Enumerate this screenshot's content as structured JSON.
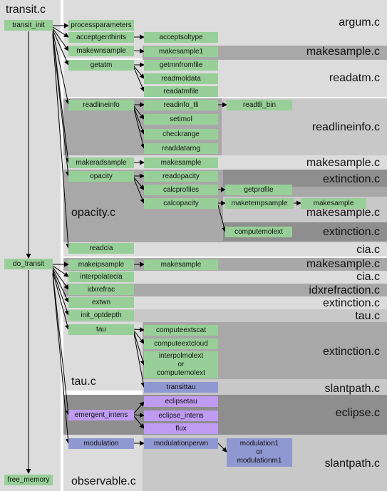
{
  "files": {
    "transit": "transit.c",
    "argum": "argum.c",
    "makesample_1": "makesample.c",
    "readatm": "readatm.c",
    "readlineinfo": "readlineinfo.c",
    "makesample_2": "makesample.c",
    "extinction_1": "extinction.c",
    "opacity": "opacity.c",
    "makesample_3": "makesample.c",
    "extinction_2": "extinction.c",
    "cia_1": "cia.c",
    "makesample_4": "makesample.c",
    "cia_2": "cia.c",
    "idxrefraction": "idxrefraction.c",
    "extinction_3": "extinction.c",
    "tau_1": "tau.c",
    "extinction_4": "extinction.c",
    "tau_2": "tau.c",
    "slantpath_1": "slantpath.c",
    "eclipse": "eclipse.c",
    "slantpath_2": "slantpath.c",
    "observable": "observable.c"
  },
  "nodes": {
    "transit_init": "transit_init",
    "processparameters": "processparameters",
    "acceptgenthints": "acceptgenthints",
    "acceptsoltype": "acceptsoltype",
    "makewnsample": "makewnsample",
    "makesample1": "makesample1",
    "getatm": "getatm",
    "getmnfromfile": "getmnfromfile",
    "readmoldata": "readmoldata",
    "readatmfile": "readatmfile",
    "readlineinfo": "readlineinfo",
    "readinfo_tli": "readinfo_tli",
    "readtli_bin": "readtli_bin",
    "setimol": "setimol",
    "checkrange": "checkrange",
    "readdatarng": "readdatarng",
    "makeradsample": "makeradsample",
    "makesample_a": "makesample",
    "opacity": "opacity",
    "readopacity": "readopacity",
    "calcprofiles": "calcprofiles",
    "getprofile": "getprofile",
    "calcopacity": "calcopacity",
    "maketempsample": "maketempsample",
    "makesample_b": "makesample",
    "computemolext_a": "computemolext",
    "readcia": "readcia",
    "do_transit": "do_transit",
    "makeipsample": "makeipsample",
    "makesample_c": "makesample",
    "interpolatecia": "interpolatecia",
    "idxrefrac": "idxrefrac",
    "extwn": "extwn",
    "init_optdepth": "init_optdepth",
    "tau": "tau",
    "computeextscat": "computeextscat",
    "computeextcloud": "computeextcloud",
    "interpol_or_computemolext": "interpolmolext\nor\ncomputemolext",
    "transittau": "transittau",
    "eclipsetau": "eclipsetau",
    "emergent_intens": "emergent_intens",
    "eclipse_intens": "eclipse_intens",
    "flux": "flux",
    "modulation": "modulation",
    "modulationperwn": "modulationperwn",
    "modulation1_or_m1": "modulation1\nor\nmodulationm1",
    "free_memory": "free_memory"
  },
  "colors": {
    "function_green": "#98cf98",
    "eclipse_violet": "#bf9bf2",
    "modulation_blue": "#8f98d0",
    "band_light": "#dcdcdc",
    "band_mid": "#c8c8c8",
    "band_dark": "#a8a8a8",
    "band_darker": "#8e8e8e"
  }
}
